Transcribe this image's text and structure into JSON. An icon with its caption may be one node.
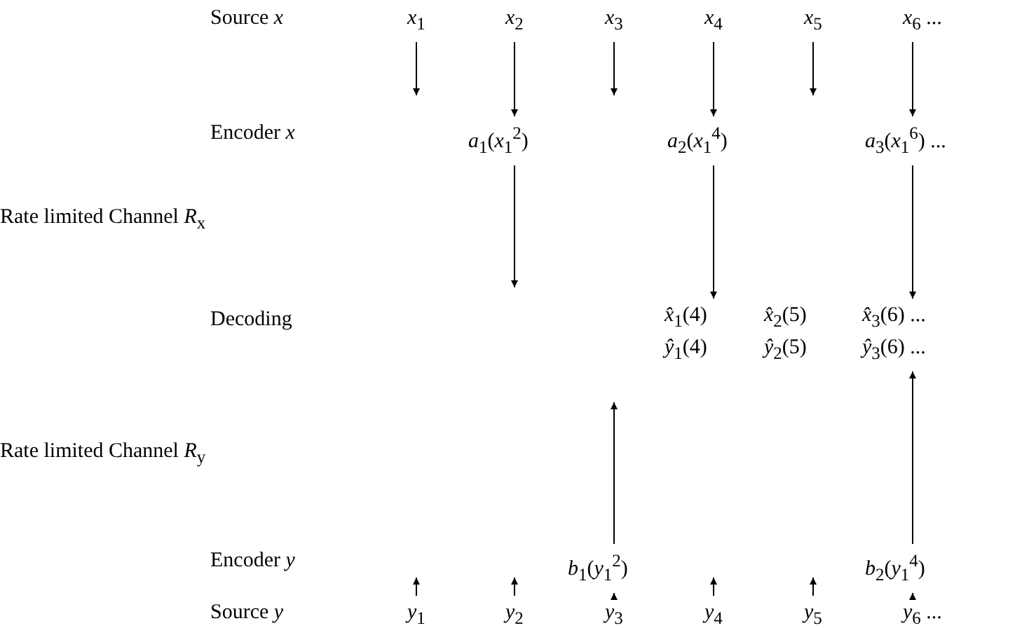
{
  "diagram": {
    "nodes": [
      {
        "text": [
          "*x*$_{1}$"
        ]
      },
      {
        "text": [
          "*x*$_{2}$"
        ]
      },
      {
        "text": [
          "*x*$_{3}$"
        ]
      },
      {
        "text": [
          "*x*$_{4}$"
        ]
      },
      {
        "text": [
          "*x*$_{5}$"
        ]
      },
      {
        "text": [
          "*x*$_{6}$ ..."
        ]
      },
      {
        "text": [
          "*a*$_{1}$(*x*$_{1}$$^{2}$)"
        ]
      },
      {
        "text": [
          "*a*$_{2}$(*x*$_{1}$$^{4}$)"
        ]
      },
      {
        "text": [
          "*a*$_{3}$(*x*$_{1}$$^{6}$) ..."
        ]
      },
      {
        "text": [
          "*x̂*$_{1}$(4)",
          "*ŷ*$_{1}$(4)"
        ]
      },
      {
        "text": [
          "*x̂*$_{2}$(5)",
          "*ŷ*$_{2}$(5)"
        ]
      },
      {
        "text": [
          "*x̂*$_{3}$(6) ...",
          "*ŷ*$_{3}$(6) ..."
        ]
      },
      {
        "text": [
          "*b*$_{1}$(*y*$_{1}$$^{2}$)"
        ]
      },
      {
        "text": [
          "*b*$_{2}$(*y*$_{1}$$^{4}$)"
        ]
      },
      {
        "text": [
          "*y*$_{1}$"
        ]
      },
      {
        "text": [
          "*y*$_{2}$"
        ]
      },
      {
        "text": [
          "*y*$_{3}$"
        ]
      },
      {
        "text": [
          "*y*$_{4}$"
        ]
      },
      {
        "text": [
          "*y*$_{5}$"
        ]
      },
      {
        "text": [
          "*y*$_{6}$ ..."
        ]
      }
    ],
    "edges": [
      {
        "from": 0,
        "to": null,
        "arrow": "to"
      },
      {
        "from": 1,
        "to": 6,
        "arrow": "to"
      },
      {
        "from": 2,
        "to": null,
        "arrow": "to"
      },
      {
        "from": 3,
        "to": 7,
        "arrow": "to"
      },
      {
        "from": 4,
        "to": null,
        "arrow": "to"
      },
      {
        "from": 5,
        "to": 8,
        "arrow": "to"
      },
      {
        "from": 6,
        "to": null,
        "arrow": "to"
      },
      {
        "from": 7,
        "to": 9,
        "arrow": "to"
      },
      {
        "from": 8,
        "to": 11,
        "arrow": "to"
      },
      {
        "from": 12,
        "to": null,
        "arrow": "to"
      },
      {
        "from": 13,
        "to": 11,
        "arrow": "to"
      },
      {
        "from": 14,
        "to": null,
        "arrow": "to"
      },
      {
        "from": 15,
        "to": null,
        "arrow": "to"
      },
      {
        "from": 16,
        "to": 12,
        "arrow": "to"
      },
      {
        "from": 17,
        "to": null,
        "arrow": "to"
      },
      {
        "from": 18,
        "to": null,
        "arrow": "to"
      },
      {
        "from": 19,
        "to": 13,
        "arrow": "to"
      }
    ],
    "labels": [
      "Source *x*",
      "Encoder *x*",
      "Rate limited Channel *R*$_{x}$",
      "Decoding",
      "Rate limited Channel *R*$_{y}$",
      "Encoder *y*",
      "Source *y*"
    ]
  }
}
